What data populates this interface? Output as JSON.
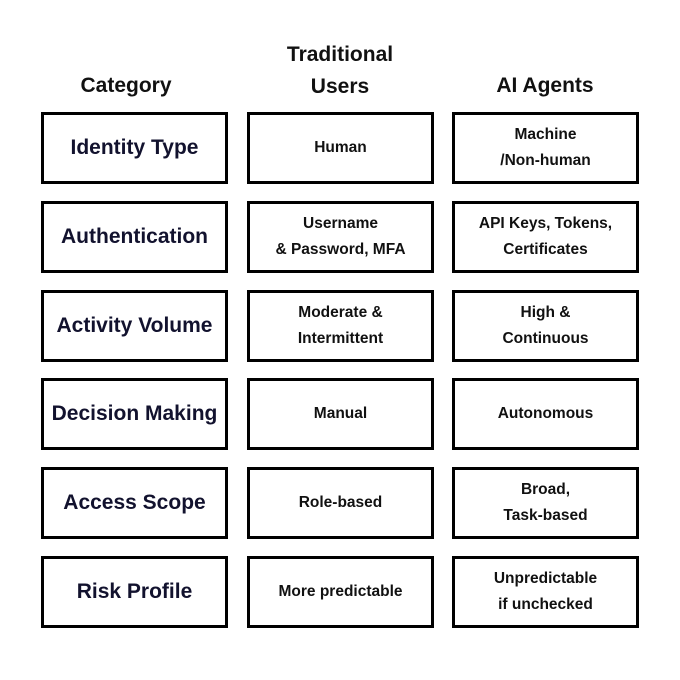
{
  "headers": {
    "category": "Category",
    "traditional": "Traditional\nUsers",
    "ai": "AI Agents"
  },
  "rows": [
    {
      "category": "Identity Type",
      "traditional": "Human",
      "ai": "Machine\n/Non-human"
    },
    {
      "category": "Authentication",
      "traditional": "Username\n& Password, MFA",
      "ai": "API Keys, Tokens,\nCertificates"
    },
    {
      "category": "Activity Volume",
      "traditional": "Moderate &\nIntermittent",
      "ai": "High &\nContinuous"
    },
    {
      "category": "Decision Making",
      "traditional": "Manual",
      "ai": "Autonomous"
    },
    {
      "category": "Access Scope",
      "traditional": "Role-based",
      "ai": "Broad,\nTask-based"
    },
    {
      "category": "Risk Profile",
      "traditional": "More predictable",
      "ai": "Unpredictable\nif unchecked"
    }
  ]
}
